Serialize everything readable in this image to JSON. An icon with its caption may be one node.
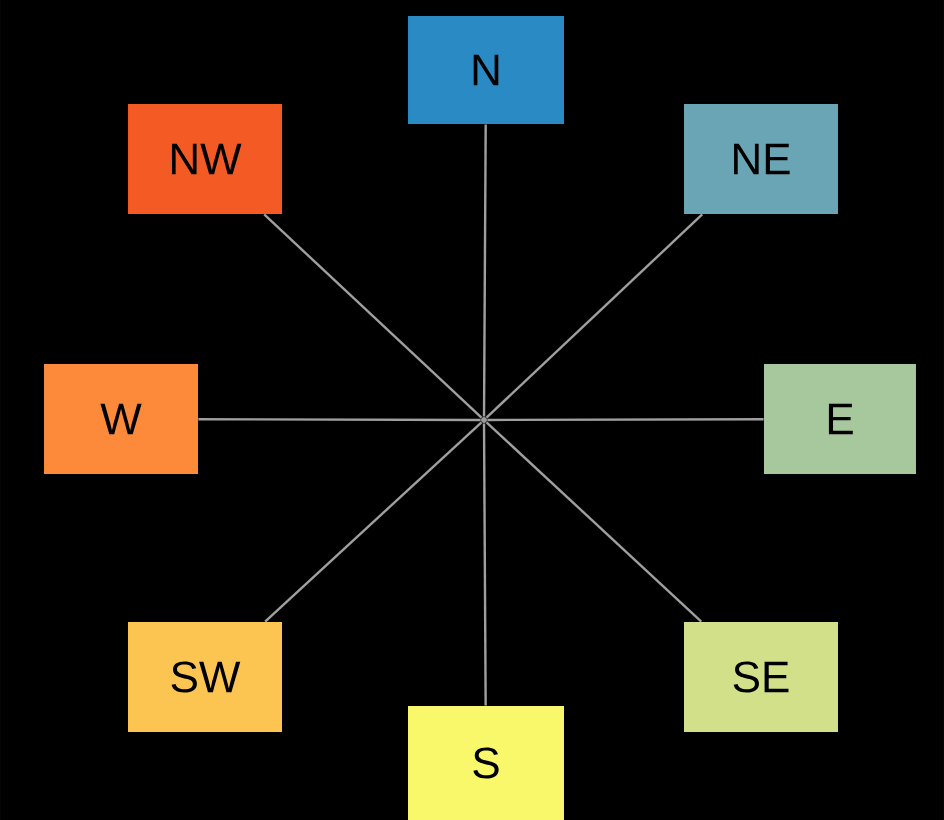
{
  "diagram": {
    "nodes": [
      {
        "text": [
          "N"
        ]
      },
      {
        "text": [
          "NW"
        ]
      },
      {
        "text": [
          "NE"
        ]
      },
      {
        "text": [
          "W"
        ]
      },
      {
        "text": [
          "E"
        ]
      },
      {
        "text": [
          "SW"
        ]
      },
      {
        "text": [
          "SE"
        ]
      },
      {
        "text": [
          "S"
        ]
      },
      {
        "text": [],
        "shape": "point"
      }
    ],
    "edges": [
      {
        "from": 8,
        "to": 0,
        "arrow": "none"
      },
      {
        "from": 8,
        "to": 1,
        "arrow": "none"
      },
      {
        "from": 8,
        "to": 2,
        "arrow": "none"
      },
      {
        "from": 8,
        "to": 3,
        "arrow": "none"
      },
      {
        "from": 8,
        "to": 4,
        "arrow": "none"
      },
      {
        "from": 8,
        "to": 5,
        "arrow": "none"
      },
      {
        "from": 8,
        "to": 6,
        "arrow": "none"
      },
      {
        "from": 8,
        "to": 7,
        "arrow": "none"
      }
    ]
  }
}
